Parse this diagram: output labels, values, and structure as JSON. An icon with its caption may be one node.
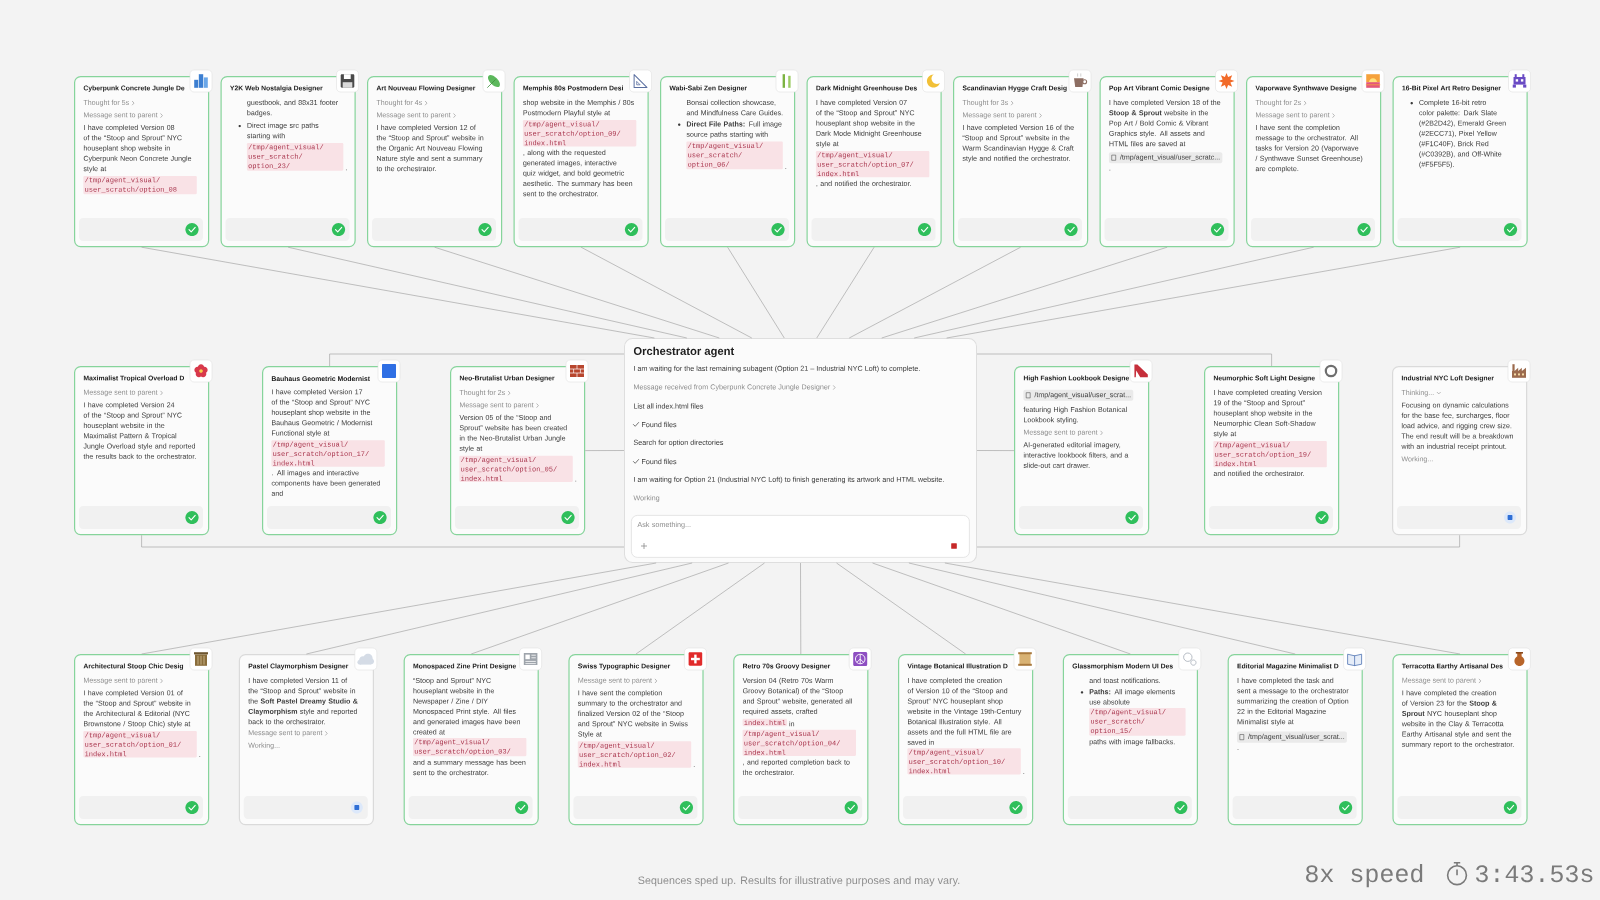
{
  "diagram": {
    "nodes": [
      {
        "text": [
          "Cyberpunk Concrete Jungle De",
          "Thought for 5s",
          "Message sent to parent",
          "I have completed Version 08 of the “Stoop and Sprout” NYC houseplant shop website in Cyberpunk Neon Concrete Jungle style at",
          "/tmp/agent_visual/user_scratch/option_08"
        ]
      },
      {
        "text": [
          "Y2K Web Nostalgia Designer",
          "guestbook, and 88x31 footer badges.",
          "Direct image src paths starting with",
          "/tmp/agent_visual/user_scratch/option_23/",
          "."
        ]
      },
      {
        "text": [
          "Art Nouveau Flowing Designer",
          "Thought for 4s",
          "Message sent to parent",
          "I have completed Version 12 of the “Stoop and Sprout” website in the Organic Art Nouveau Flowing Nature style and sent a summary to the orchestrator."
        ]
      },
      {
        "text": [
          "Memphis 80s Postmodern Desi",
          "shop website in the Memphis / 80s Postmodern Playful style at",
          "/tmp/agent_visual/user_scratch/option_09/index.html",
          ", along with the requested generated images, interactive quiz widget, and bold geometric aesthetic. The summary has been sent to the orchestrator."
        ]
      },
      {
        "text": [
          "Wabi-Sabi Zen Designer",
          "Bonsai collection showcase, and Mindfulness Care Guides.",
          "**Direct File Paths:** Full image source paths starting with",
          "/tmp/agent_visual/user_scratch/option_06/",
          "."
        ]
      },
      {
        "text": [
          "Dark Midnight Greenhouse Des",
          "I have completed Version 07 of the “Stoop and Sprout” NYC houseplant shop website in the Dark Mode Midnight Greenhouse style at",
          "/tmp/agent_visual/user_scratch/option_07/index.html",
          ", and notified the orchestrator."
        ]
      },
      {
        "text": [
          "Scandinavian Hygge Craft Desig",
          "Thought for 3s",
          "Message sent to parent",
          "I have completed Version 16 of the “Stoop and Sprout” website in the Warm Scandinavian Hygge & Craft style and notified the orchestrator."
        ]
      },
      {
        "text": [
          "Pop Art Vibrant Comic Designe",
          "I have completed Version 18 of the **Stoop & Sprout** website in the Pop Art / Bold Comic & Vibrant Graphics style. All assets and HTML files are saved at",
          "/tmp/agent_visual/user_scratc...",
          "."
        ]
      },
      {
        "text": [
          "Vaporwave Synthwave Designe",
          "Thought for 2s",
          "Message sent to parent",
          "I have sent the completion message to the orchestrator. All tasks for Version 20 (Vaporwave / Synthwave Sunset Greenhouse) are complete."
        ]
      },
      {
        "text": [
          "16-Bit Pixel Art Retro Designer",
          "Complete 16-bit retro color palette: Dark Slate (#2B2D42), Emerald Green (#2ECC71), Pixel Yellow (#F1C40F), Brick Red (#C0392B), and Off-White (#F5F5F5)."
        ]
      },
      {
        "text": [
          "Maximalist Tropical Overload D",
          "Message sent to parent",
          "I have completed Version 24 of the “Stoop and Sprout” NYC houseplant website in the Maximalist Pattern & Tropical Jungle Overload style and reported the results back to the orchestrator."
        ]
      },
      {
        "text": [
          "Bauhaus Geometric Modernist",
          "I have completed Version 17 of the “Stoop and Sprout” NYC houseplant shop website in the Bauhaus Geometric / Modernist Functional style at",
          "/tmp/agent_visual/user_scratch/option_17/index.html",
          ". All images and interactive components have been generated and"
        ]
      },
      {
        "text": [
          "Neo-Brutalist Urban Designer",
          "Thought for 2s",
          "Message sent to parent",
          "Version 05 of the “Stoop and Sprout” website has been created in the Neo-Brutalist Urban Jungle style at",
          "/tmp/agent_visual/user_scratch/option_05/index.html",
          "."
        ]
      },
      {
        "text": [
          "Orchestrator agent",
          "I am waiting for the last remaining subagent (Option 21 – Industrial NYC Loft) to complete.",
          "Message received from Cyberpunk Concrete Jungle Designer",
          "List all index.html files",
          "Found files",
          "Search for option directories",
          "Found files",
          "I am waiting for Option 21 (Industrial NYC Loft) to finish generating its artwork and HTML website.",
          "Working",
          "Ask something..."
        ]
      },
      {
        "text": [
          "High Fashion Lookbook Designe",
          "/tmp/agent_visual/user_scrat...",
          "featuring High Fashion Botanical Lookbook styling.",
          "Message sent to parent",
          "AI-generated editorial imagery, interactive lookbook filters, and a slide-out cart drawer."
        ]
      },
      {
        "text": [
          "Neumorphic Soft Light Designe",
          "I have completed creating Version 19 of the “Stoop and Sprout” houseplant shop website in the Neumorphic Clean Soft-Shadow style at",
          "/tmp/agent_visual/user_scratch/option_19/index.html",
          "and notified the orchestrator."
        ]
      },
      {
        "text": [
          "Industrial NYC Loft Designer",
          "Thinking...",
          "Focusing on dynamic calculations for the base fee, surcharges, floor load advice, and rigging crew size. The end result will be a breakdown with an industrial receipt printout.",
          "Working..."
        ]
      },
      {
        "text": [
          "Architectural Stoop Chic Desig",
          "Message sent to parent",
          "I have completed Version 01 of the “Stoop and Sprout” website in the Architectural & Editorial (NYC Brownstone / Stoop Chic) style at",
          "/tmp/agent_visual/user_scratch/option_01/index.html",
          "."
        ]
      },
      {
        "text": [
          "Pastel Claymorphism Designer",
          "I have completed Version 11 of the “Stoop and Sprout” website in the **Soft Pastel Dreamy Studio & Claymorphism** style and reported back to the orchestrator.",
          "Message sent to parent",
          "Working..."
        ]
      },
      {
        "text": [
          "Monospaced Zine Print Designe",
          "“Stoop and Sprout” NYC houseplant website in the Newspaper / Zine / DIY Monospaced Print style. All files and generated images have been created at",
          "/tmp/agent_visual/user_scratch/option_03/",
          "and a summary message has been sent to the orchestrator."
        ]
      },
      {
        "text": [
          "Swiss Typographic Designer",
          "Message sent to parent",
          "I have sent the completion summary to the orchestrator and finalized Version 02 of the “Stoop and Sprout” NYC website in Swiss Style at",
          "/tmp/agent_visual/user_scratch/option_02/index.html",
          "."
        ]
      },
      {
        "text": [
          "Retro 70s Groovy Designer",
          "Version 04 (Retro 70s Warm Groovy Botanical) of the “Stoop and Sprout” website, generated all required assets, crafted",
          "index.html",
          "in",
          "/tmp/agent_visual/user_scratch/option_04/index.html",
          ", and reported completion back to the orchestrator."
        ]
      },
      {
        "text": [
          "Vintage Botanical Illustration D",
          "I have completed the creation of Version 10 of the “Stoop and Sprout” NYC houseplant shop website in the Vintage 19th-Century Botanical Illustration style. All assets and the full HTML file are saved in",
          "/tmp/agent_visual/user_scratch/option_10/index.html",
          "."
        ]
      },
      {
        "text": [
          "Glassmorphism Modern UI Des",
          "and toast notifications.",
          "**Paths:** All image elements use absolute",
          "/tmp/agent_visual/user_scratch/option_15/",
          "paths with image fallbacks."
        ]
      },
      {
        "text": [
          "Editorial Magazine Minimalist D",
          "I have completed the task and sent a message to the orchestrator summarizing the creation of Option 22 in the Editorial Magazine Minimalist style at",
          "/tmp/agent_visual/user_scrat...",
          "."
        ]
      },
      {
        "text": [
          "Terracotta Earthy Artisanal Des",
          "Message sent to parent",
          "I have completed the creation of Version 23 for the **Stoop & Sprout** NYC houseplant shop website in the Clay & Terracotta Earthy Artisanal style and sent the summary report to the orchestrator."
        ]
      }
    ],
    "edges": [
      {
        "from": 13,
        "to": 0,
        "arrow": "none"
      },
      {
        "from": 13,
        "to": 1,
        "arrow": "none"
      },
      {
        "from": 13,
        "to": 2,
        "arrow": "none"
      },
      {
        "from": 13,
        "to": 3,
        "arrow": "none"
      },
      {
        "from": 13,
        "to": 4,
        "arrow": "none"
      },
      {
        "from": 13,
        "to": 5,
        "arrow": "none"
      },
      {
        "from": 13,
        "to": 6,
        "arrow": "none"
      },
      {
        "from": 13,
        "to": 7,
        "arrow": "none"
      },
      {
        "from": 13,
        "to": 8,
        "arrow": "none"
      },
      {
        "from": 13,
        "to": 9,
        "arrow": "none"
      },
      {
        "from": 13,
        "to": 10,
        "arrow": "none"
      },
      {
        "from": 13,
        "to": 11,
        "arrow": "none"
      },
      {
        "from": 13,
        "to": 12,
        "arrow": "none"
      },
      {
        "from": 13,
        "to": 14,
        "arrow": "none"
      },
      {
        "from": 13,
        "to": 15,
        "arrow": "none"
      },
      {
        "from": 13,
        "to": 16,
        "arrow": "none"
      },
      {
        "from": 13,
        "to": 17,
        "arrow": "none"
      },
      {
        "from": 13,
        "to": 18,
        "arrow": "none"
      },
      {
        "from": 13,
        "to": 19,
        "arrow": "none"
      },
      {
        "from": 13,
        "to": 20,
        "arrow": "none"
      },
      {
        "from": 13,
        "to": 21,
        "arrow": "none"
      },
      {
        "from": 13,
        "to": 22,
        "arrow": "none"
      },
      {
        "from": 13,
        "to": 23,
        "arrow": "none"
      },
      {
        "from": 13,
        "to": 24,
        "arrow": "none"
      },
      {
        "from": 13,
        "to": 25,
        "arrow": "none"
      }
    ],
    "labels": [
      "Sequences sped up. Results for illustrative purposes and may vary.",
      "8x speed",
      "3:43.53s"
    ]
  }
}
